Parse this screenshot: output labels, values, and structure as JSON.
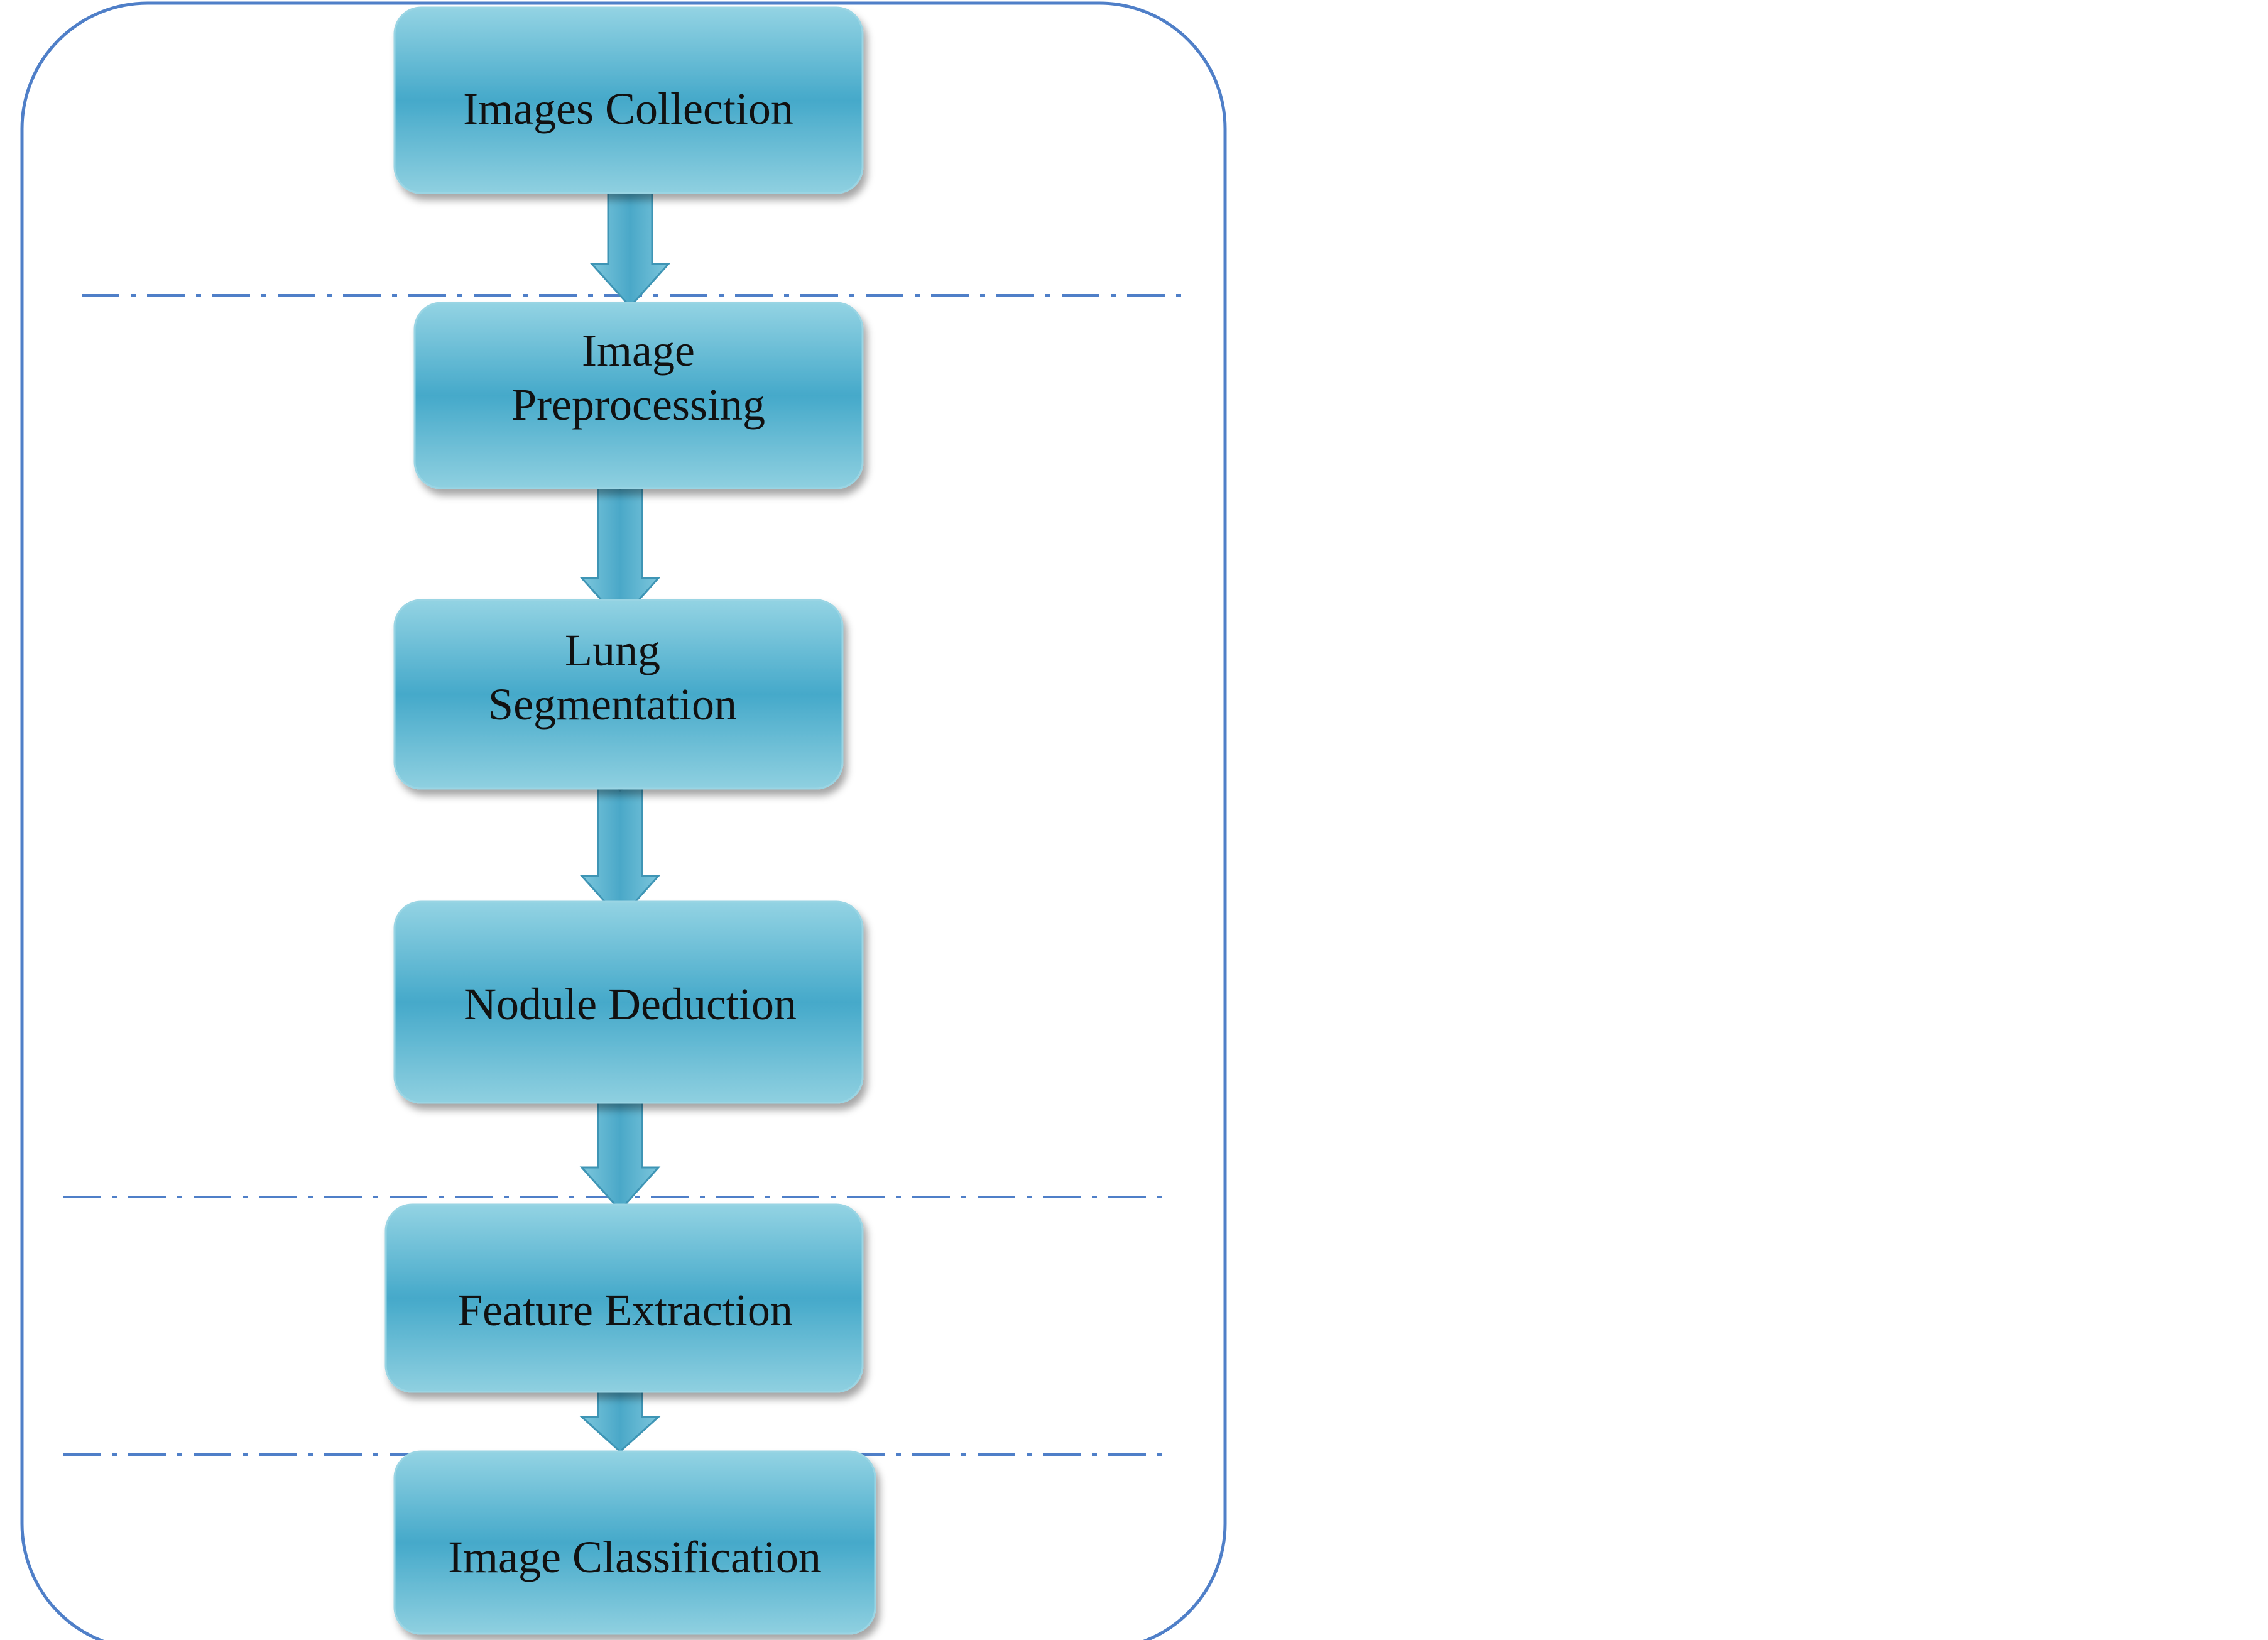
{
  "steps": [
    {
      "lines": [
        "Images Collection"
      ]
    },
    {
      "lines": [
        "Image",
        "Preprocessing"
      ]
    },
    {
      "lines": [
        "Lung",
        "Segmentation"
      ]
    },
    {
      "lines": [
        "Nodule Deduction"
      ]
    },
    {
      "lines": [
        "Feature Extraction"
      ]
    },
    {
      "lines": [
        "Image Classification"
      ]
    }
  ],
  "colors": {
    "frame": "#4f7fc8",
    "box_edge": "#8fd0e0",
    "box_center": "#46aacb",
    "arrow": "#5bb5cf",
    "divider": "#4f7fc8",
    "text": "#111111"
  }
}
